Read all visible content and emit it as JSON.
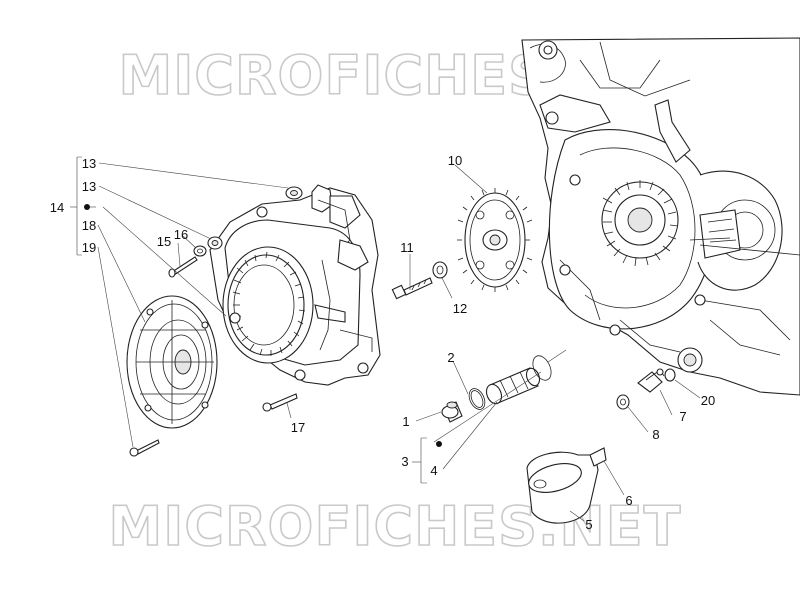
{
  "watermark": {
    "text": "MICROFICHES.NET"
  },
  "callouts": {
    "c1": "1",
    "c2": "2",
    "c3": "3",
    "c4": "4",
    "c5": "5",
    "c6": "6",
    "c7": "7",
    "c8": "8",
    "c10": "10",
    "c11": "11",
    "c12": "12",
    "c13a": "13",
    "c13b": "13",
    "c14": "14",
    "c15": "15",
    "c16": "16",
    "c17": "17",
    "c18": "18",
    "c19": "19",
    "c20": "20"
  },
  "colors": {
    "line": "#222222",
    "watermark_outline": "#c9c9c9",
    "background": "#ffffff"
  }
}
